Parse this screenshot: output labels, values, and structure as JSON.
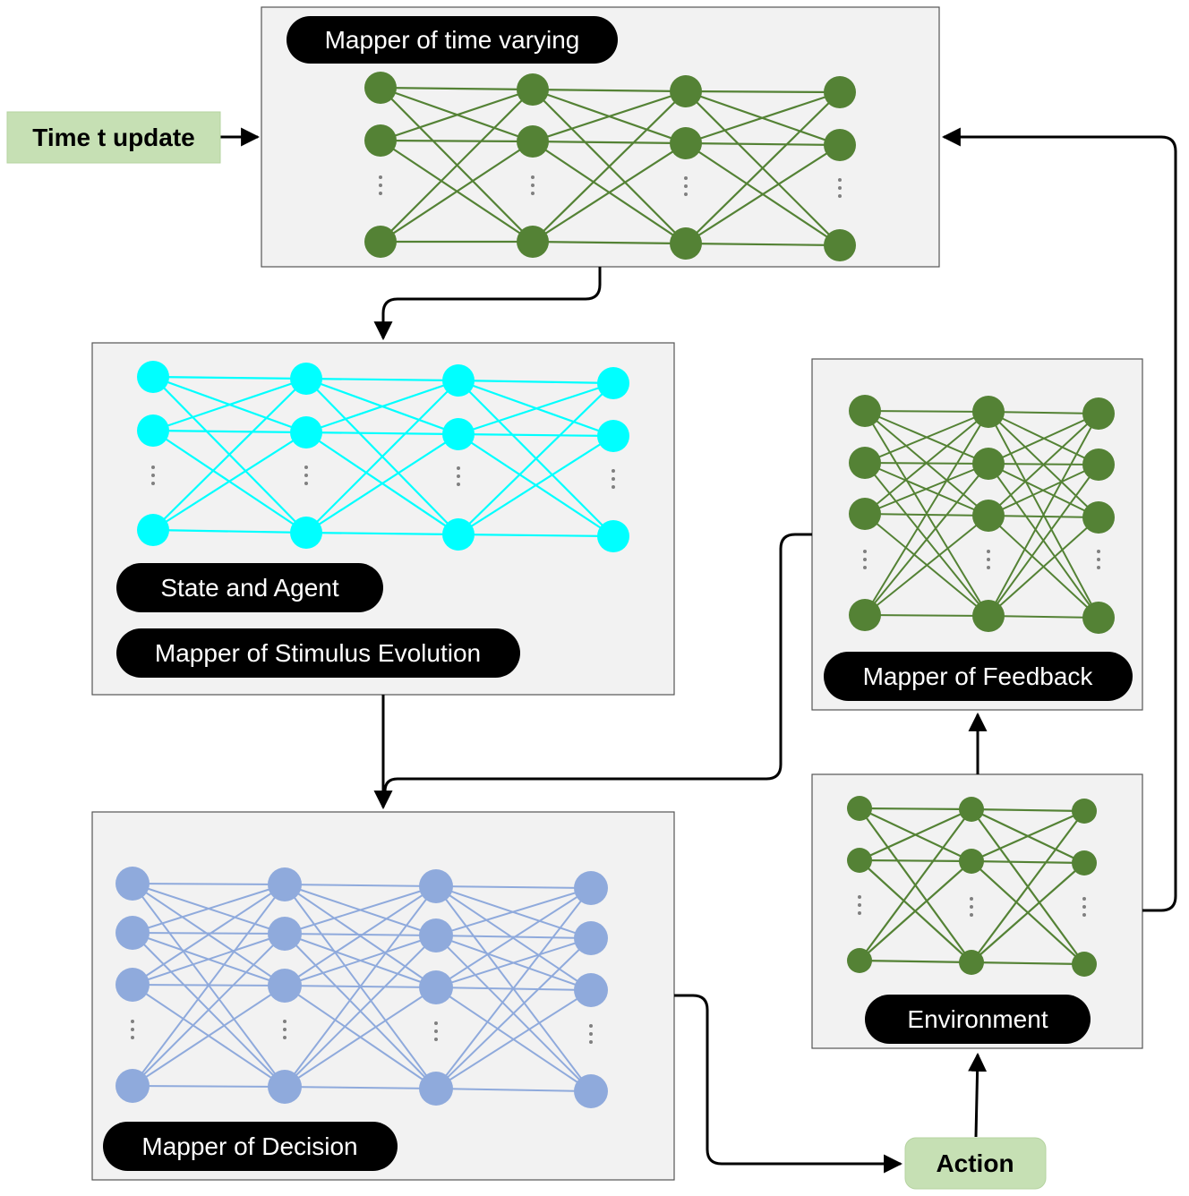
{
  "labels": {
    "time_varying": "Mapper of time varying",
    "time_update": "Time t update",
    "state_agent": "State and Agent",
    "stimulus": "Mapper of Stimulus Evolution",
    "feedback": "Mapper of Feedback",
    "environment": "Environment",
    "decision": "Mapper of Decision",
    "action": "Action"
  },
  "colors": {
    "time_varying_net": "#548235",
    "stimulus_net": "#00ffff",
    "feedback_net": "#548235",
    "environment_net": "#548235",
    "decision_net": "#8faadc",
    "tag_fill": "#c6e0b4"
  },
  "networks": {
    "time_varying": {
      "layers": [
        3,
        3,
        3,
        3
      ],
      "ellipsis": true
    },
    "stimulus": {
      "layers": [
        3,
        3,
        3,
        3
      ],
      "ellipsis": true
    },
    "feedback": {
      "layers": [
        4,
        4,
        4
      ],
      "ellipsis": true
    },
    "environment": {
      "layers": [
        3,
        3,
        3
      ],
      "ellipsis": true
    },
    "decision": {
      "layers": [
        4,
        4,
        4,
        4
      ],
      "ellipsis": true
    }
  }
}
